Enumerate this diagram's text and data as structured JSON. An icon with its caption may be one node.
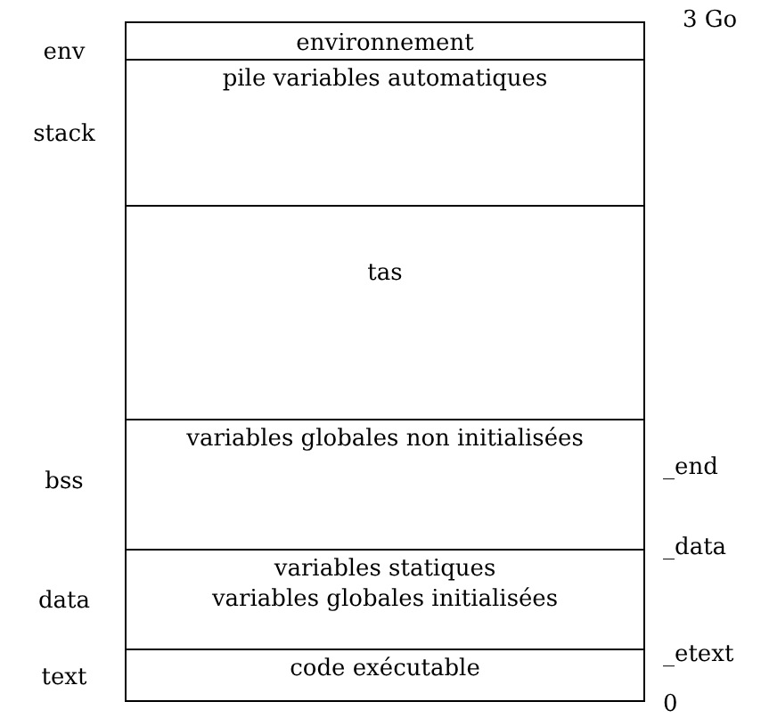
{
  "diagram": {
    "nodes": [
      {
        "text": [
          "environnement"
        ],
        "beside": [
          "env"
        ]
      },
      {
        "text": [
          "pile variables automatiques"
        ],
        "beside": [
          "stack"
        ]
      },
      {
        "text": [
          "tas"
        ]
      },
      {
        "text": [
          "variables globales non initialisées"
        ],
        "beside": [
          "bss"
        ]
      },
      {
        "text": [
          "variables statiques",
          "variables globales initialisées"
        ],
        "beside": [
          "data"
        ]
      },
      {
        "text": [
          "code exécutable"
        ],
        "beside": [
          "text"
        ]
      }
    ],
    "edges": [],
    "labels": [
      "3 Go",
      "_end",
      "_data",
      "_etext",
      "0"
    ]
  }
}
